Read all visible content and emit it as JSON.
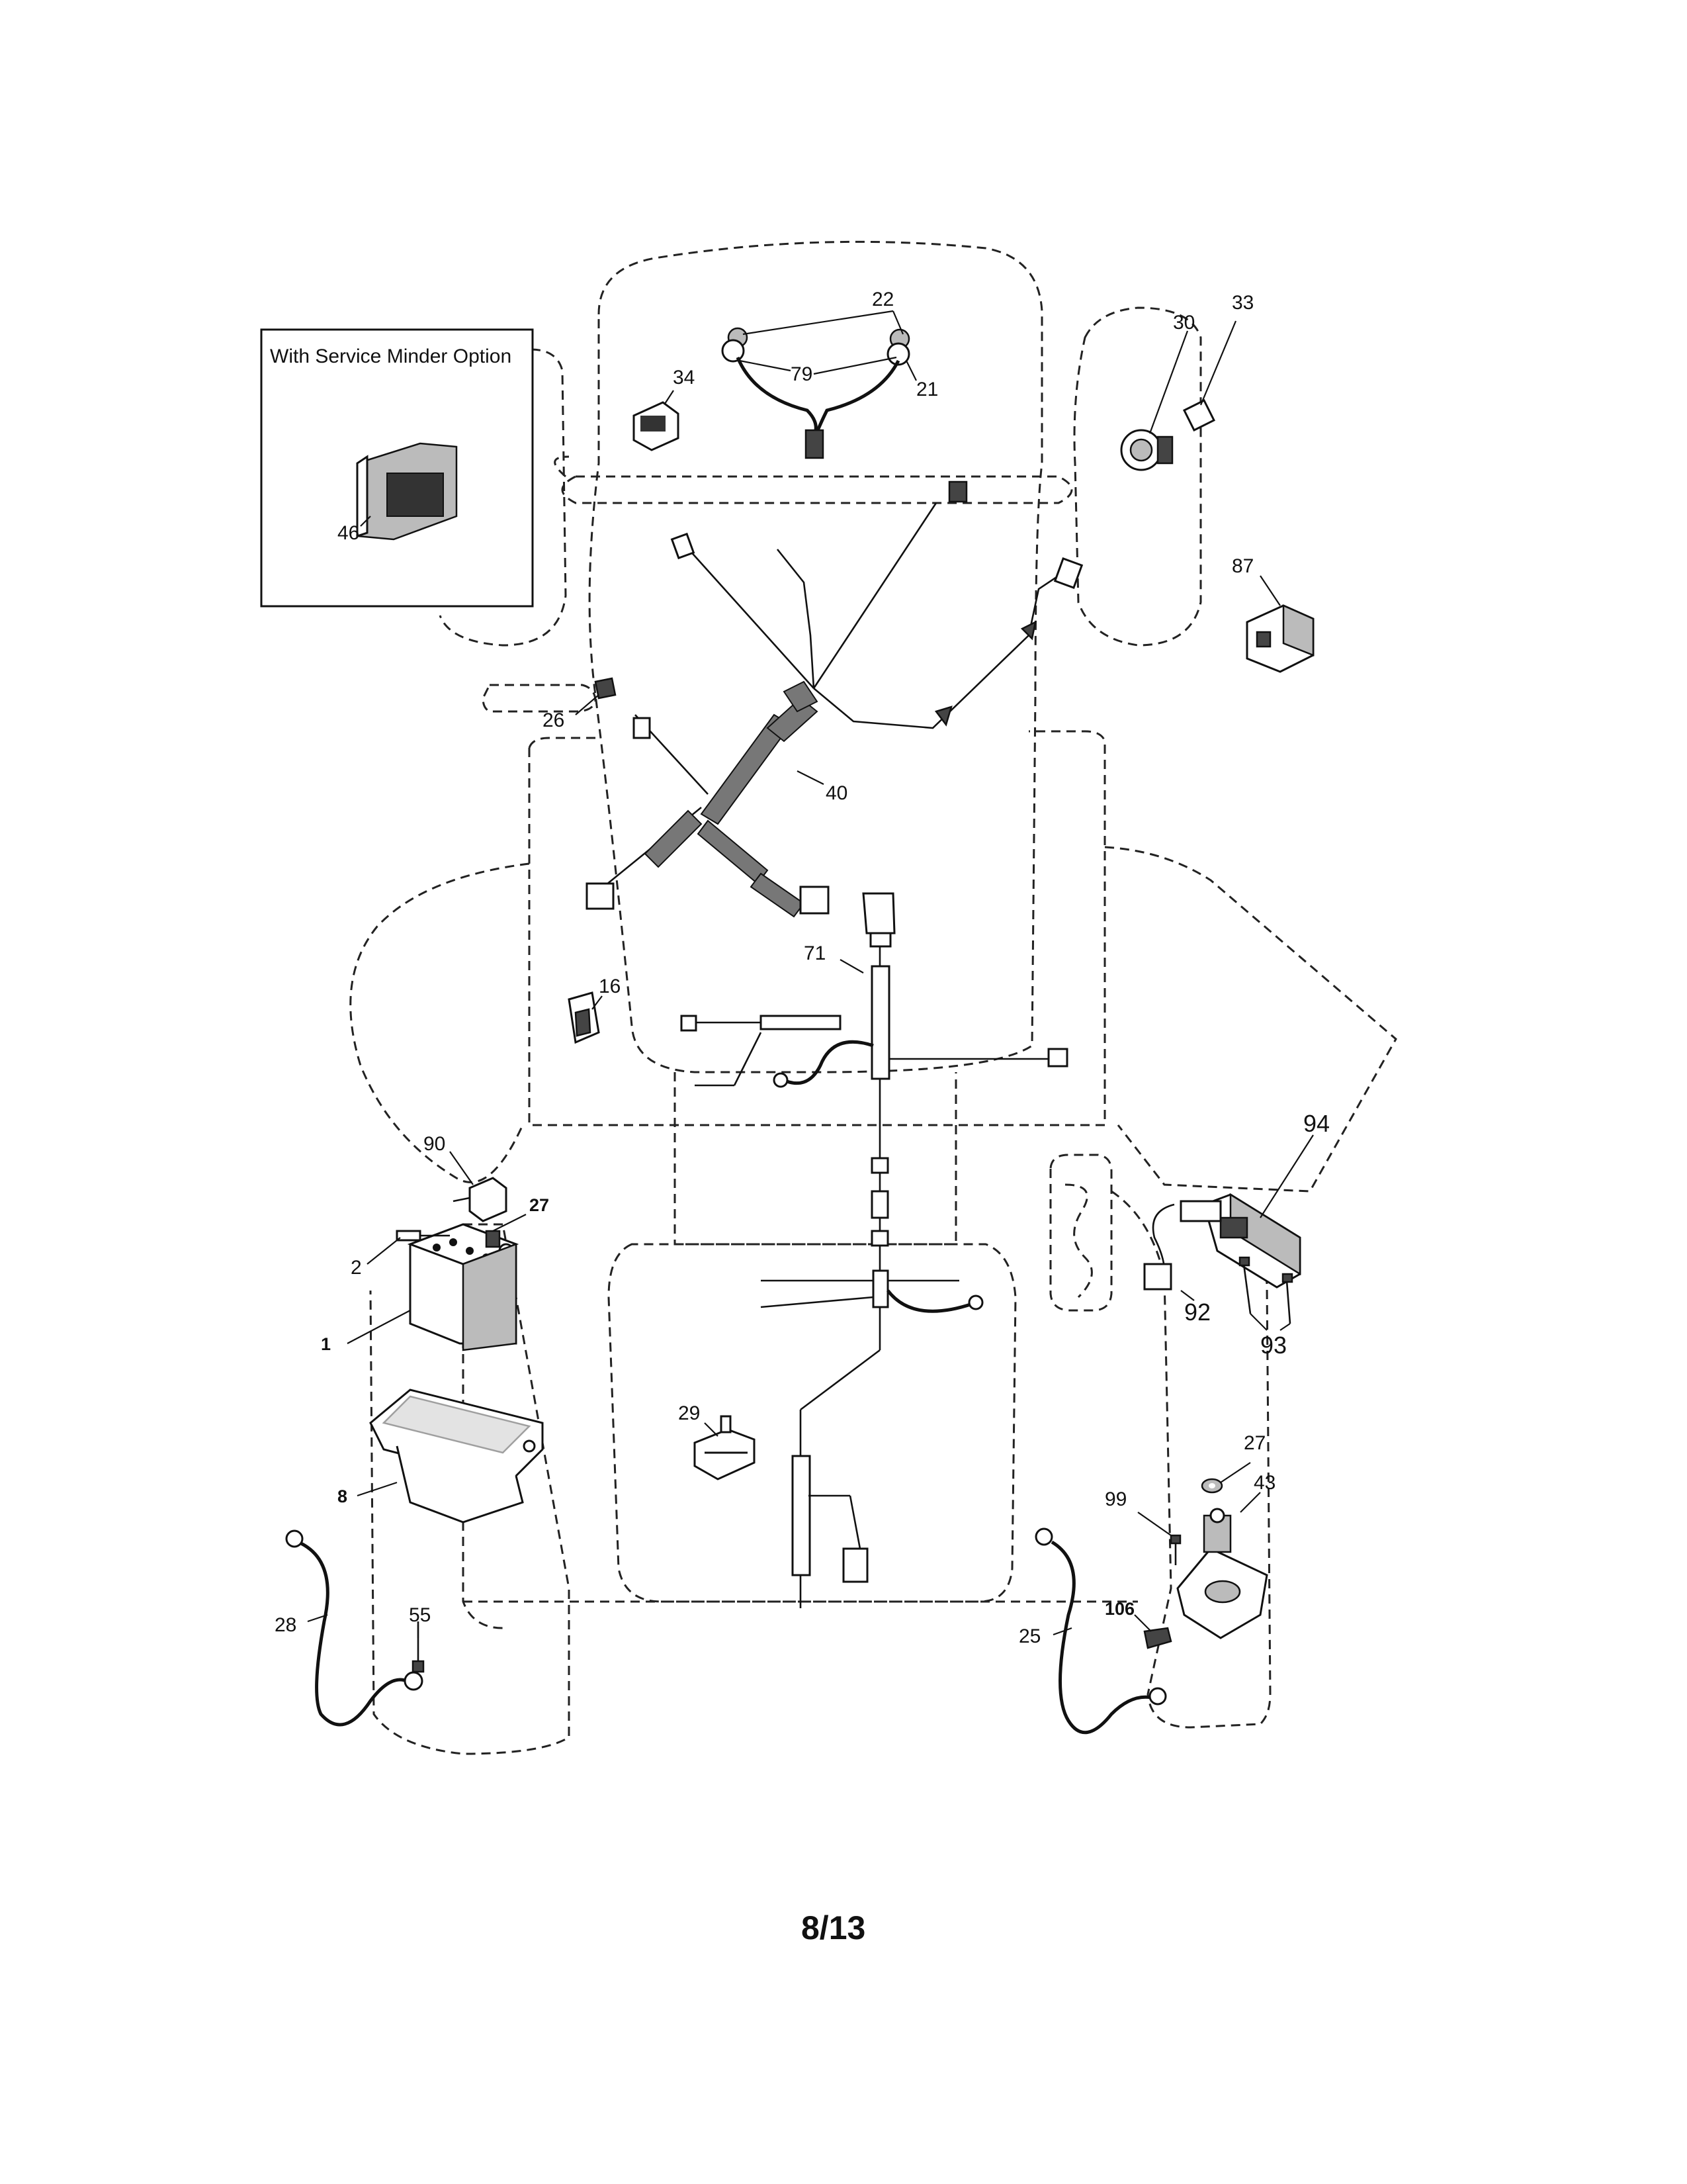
{
  "inset": {
    "title": "With Service Minder Option"
  },
  "callouts": {
    "c46": "46",
    "c34": "34",
    "c22": "22",
    "c79": "79",
    "c21": "21",
    "c30": "30",
    "c33": "33",
    "c87": "87",
    "c26": "26",
    "c40": "40",
    "c71": "71",
    "c16": "16",
    "c90": "90",
    "c27a": "27",
    "c2": "2",
    "c1": "1",
    "c94": "94",
    "c92": "92",
    "c93": "93",
    "c29": "29",
    "c8": "8",
    "c27b": "27",
    "c43": "43",
    "c99": "99",
    "c28": "28",
    "c55": "55",
    "c106": "106",
    "c25": "25"
  },
  "page_number": "8/13"
}
